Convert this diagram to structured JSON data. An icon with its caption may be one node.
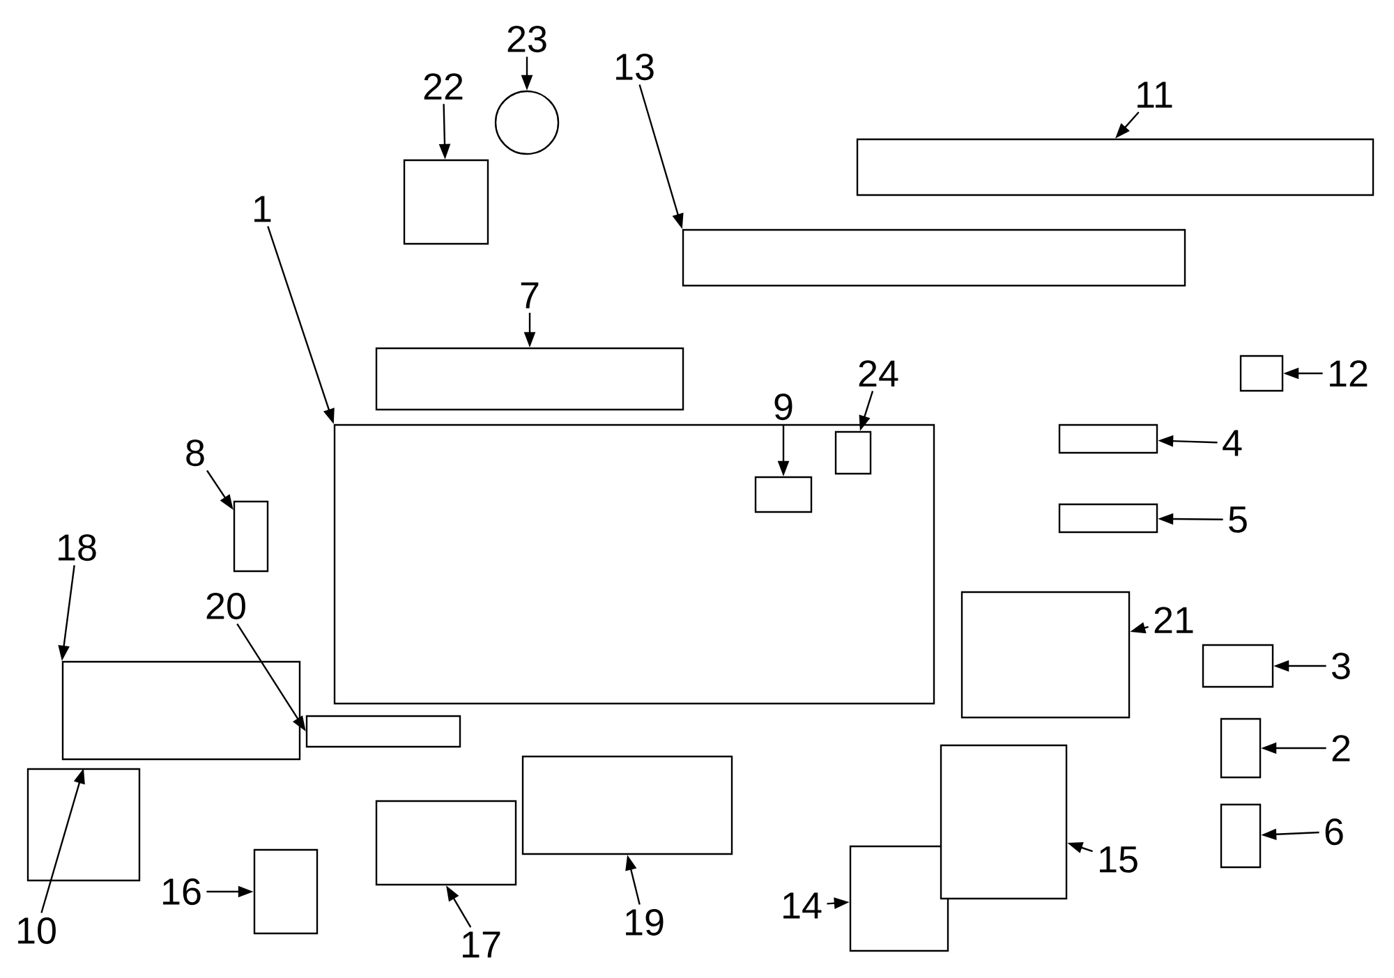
{
  "diagram": {
    "nodes": [
      {
        "text": [
          "1"
        ]
      },
      {
        "text": [],
        "shape": "box"
      },
      {
        "text": [
          "2"
        ]
      },
      {
        "text": [],
        "shape": "box"
      },
      {
        "text": [
          "3"
        ]
      },
      {
        "text": [],
        "shape": "box"
      },
      {
        "text": [
          "4"
        ]
      },
      {
        "text": [],
        "shape": "box"
      },
      {
        "text": [
          "5"
        ]
      },
      {
        "text": [],
        "shape": "box"
      },
      {
        "text": [
          "6"
        ]
      },
      {
        "text": [],
        "shape": "box"
      },
      {
        "text": [
          "7"
        ]
      },
      {
        "text": [],
        "shape": "box"
      },
      {
        "text": [
          "8"
        ]
      },
      {
        "text": [],
        "shape": "box"
      },
      {
        "text": [
          "9"
        ]
      },
      {
        "text": [],
        "shape": "box",
        "in": 1
      },
      {
        "text": [
          "10"
        ]
      },
      {
        "text": [],
        "shape": "box"
      },
      {
        "text": [
          "11"
        ]
      },
      {
        "text": [],
        "shape": "box"
      },
      {
        "text": [
          "12"
        ]
      },
      {
        "text": [],
        "shape": "box"
      },
      {
        "text": [
          "13"
        ]
      },
      {
        "text": [],
        "shape": "box"
      },
      {
        "text": [
          "14"
        ]
      },
      {
        "text": [],
        "shape": "box"
      },
      {
        "text": [
          "15"
        ]
      },
      {
        "text": [],
        "shape": "box"
      },
      {
        "text": [
          "16"
        ]
      },
      {
        "text": [],
        "shape": "box"
      },
      {
        "text": [
          "17"
        ]
      },
      {
        "text": [],
        "shape": "box"
      },
      {
        "text": [
          "18"
        ]
      },
      {
        "text": [],
        "shape": "box"
      },
      {
        "text": [
          "19"
        ]
      },
      {
        "text": [],
        "shape": "box"
      },
      {
        "text": [
          "20"
        ]
      },
      {
        "text": [],
        "shape": "box"
      },
      {
        "text": [
          "21"
        ]
      },
      {
        "text": [],
        "shape": "box"
      },
      {
        "text": [
          "22"
        ]
      },
      {
        "text": [],
        "shape": "box"
      },
      {
        "text": [
          "23"
        ]
      },
      {
        "text": [],
        "shape": "circle"
      },
      {
        "text": [
          "24"
        ]
      },
      {
        "text": [],
        "shape": "box",
        "in": 1
      }
    ],
    "edges": [
      {
        "from": 0,
        "to": 1,
        "arrow": "to"
      },
      {
        "from": 2,
        "to": 3,
        "arrow": "to"
      },
      {
        "from": 4,
        "to": 5,
        "arrow": "to"
      },
      {
        "from": 6,
        "to": 7,
        "arrow": "to"
      },
      {
        "from": 8,
        "to": 9,
        "arrow": "to"
      },
      {
        "from": 10,
        "to": 11,
        "arrow": "to"
      },
      {
        "from": 12,
        "to": 13,
        "arrow": "to"
      },
      {
        "from": 14,
        "to": 15,
        "arrow": "to"
      },
      {
        "from": 16,
        "to": 17,
        "arrow": "to"
      },
      {
        "from": 18,
        "to": 19,
        "arrow": "to"
      },
      {
        "from": 20,
        "to": 21,
        "arrow": "to"
      },
      {
        "from": 22,
        "to": 23,
        "arrow": "to"
      },
      {
        "from": 24,
        "to": 25,
        "arrow": "to"
      },
      {
        "from": 26,
        "to": 27,
        "arrow": "to"
      },
      {
        "from": 28,
        "to": 29,
        "arrow": "to"
      },
      {
        "from": 30,
        "to": 31,
        "arrow": "to"
      },
      {
        "from": 32,
        "to": 33,
        "arrow": "to"
      },
      {
        "from": 34,
        "to": 35,
        "arrow": "to"
      },
      {
        "from": 36,
        "to": 37,
        "arrow": "to"
      },
      {
        "from": 38,
        "to": 39,
        "arrow": "to"
      },
      {
        "from": 40,
        "to": 41,
        "arrow": "to"
      },
      {
        "from": 42,
        "to": 43,
        "arrow": "to"
      },
      {
        "from": 44,
        "to": 45,
        "arrow": "to"
      },
      {
        "from": 46,
        "to": 47,
        "arrow": "to"
      }
    ]
  }
}
